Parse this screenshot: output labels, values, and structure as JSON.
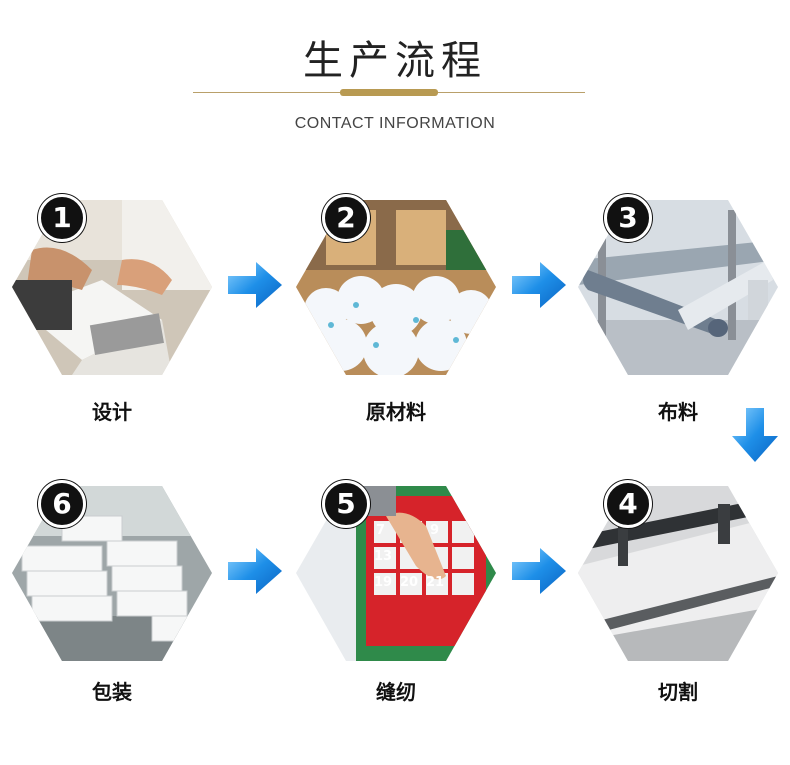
{
  "header": {
    "title": "生产流程",
    "subtitle": "CONTACT INFORMATION"
  },
  "colors": {
    "accent_gold": "#b89a52",
    "arrow_blue": "#1e8fe8",
    "badge_black": "#111111"
  },
  "steps": [
    {
      "number": "1",
      "label": "设计"
    },
    {
      "number": "2",
      "label": "原材料"
    },
    {
      "number": "3",
      "label": "布料"
    },
    {
      "number": "4",
      "label": "切割"
    },
    {
      "number": "5",
      "label": "缝纫"
    },
    {
      "number": "6",
      "label": "包装"
    }
  ],
  "sample_calendar": {
    "numbers": [
      "7",
      "9",
      "13",
      "19",
      "20",
      "21"
    ]
  },
  "icons": [
    "arrow-right-icon",
    "arrow-down-icon"
  ]
}
